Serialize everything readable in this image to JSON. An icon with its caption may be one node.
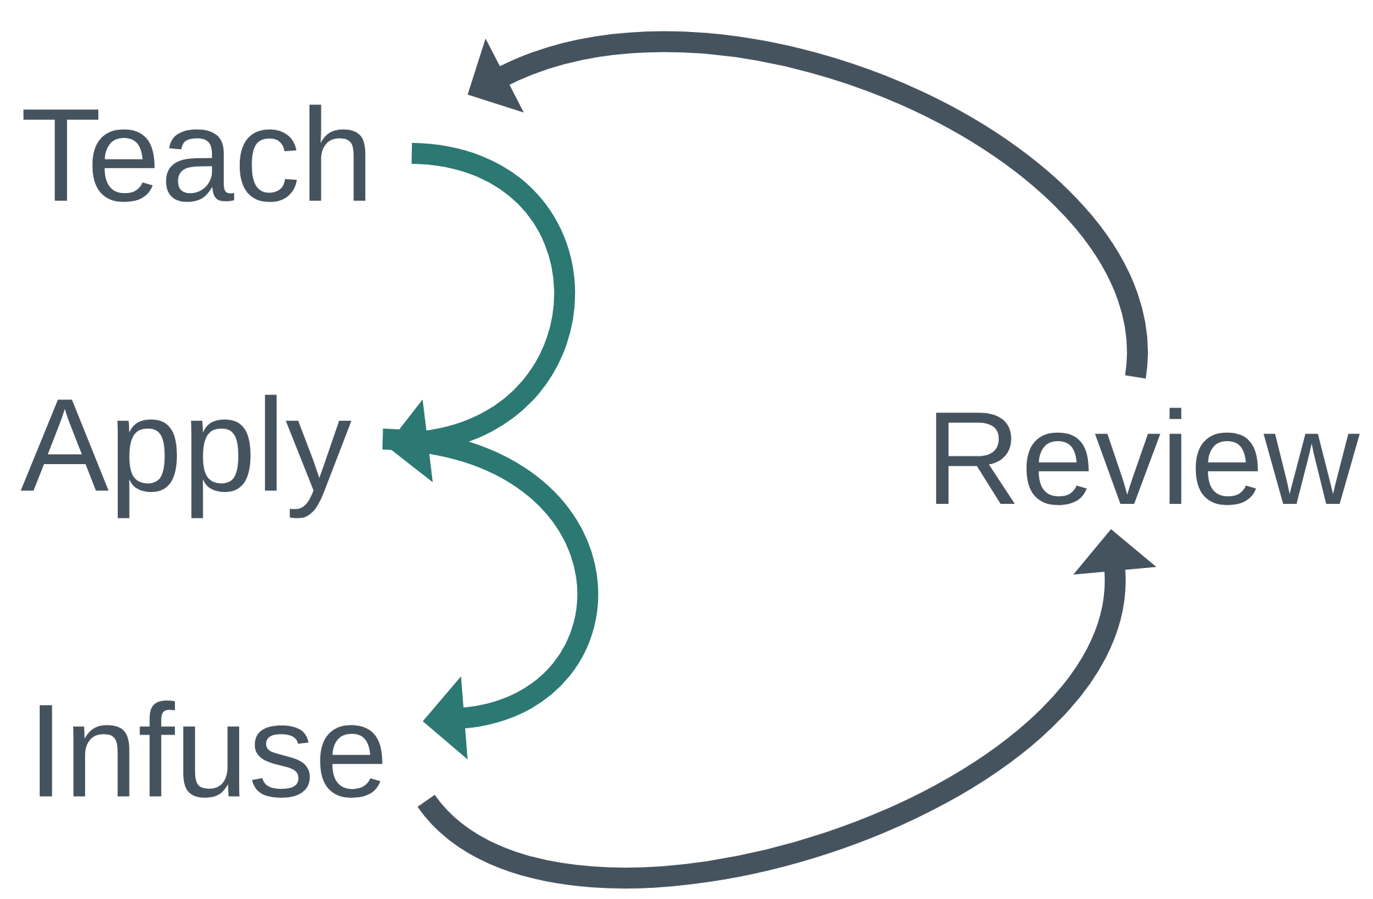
{
  "diagram": {
    "nodes": [
      {
        "text": [
          "Teach"
        ]
      },
      {
        "text": [
          "Apply"
        ]
      },
      {
        "text": [
          "Infuse"
        ]
      },
      {
        "text": [
          "Review"
        ]
      }
    ],
    "edges": [
      {
        "from": 0,
        "to": 1,
        "arrow": "to",
        "color": "#2c7873"
      },
      {
        "from": 1,
        "to": 2,
        "arrow": "to",
        "color": "#2c7873"
      },
      {
        "from": 2,
        "to": 3,
        "arrow": "to",
        "color": "#45535f"
      },
      {
        "from": 3,
        "to": 0,
        "arrow": "to",
        "color": "#45535f"
      }
    ]
  }
}
